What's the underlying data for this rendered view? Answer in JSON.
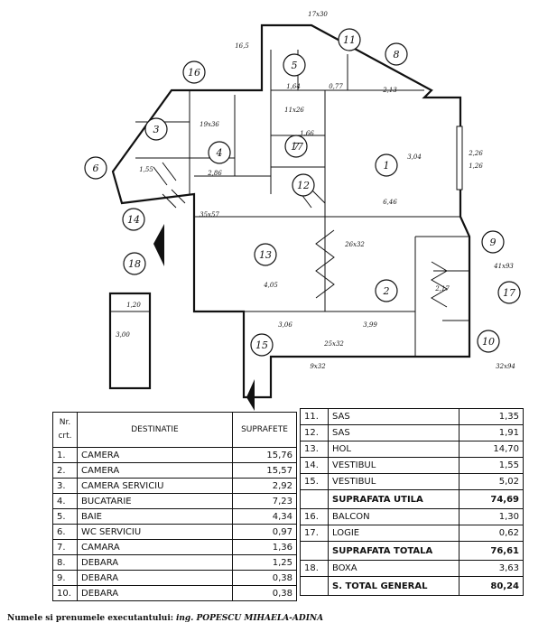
{
  "plan": {
    "room_numbers": [
      "1",
      "2",
      "3",
      "4",
      "5",
      "6",
      "7",
      "8",
      "9",
      "10",
      "11",
      "12",
      "13",
      "14",
      "15",
      "16",
      "17",
      "17",
      "18"
    ],
    "dimensions": [
      "17x30",
      "16,5",
      "19x36",
      "11x26",
      "26x32",
      "35x57",
      "25x32",
      "9x32",
      "32x94",
      "41x93",
      "4,05",
      "3,99",
      "3,06",
      "3,04",
      "6,46",
      "2,26",
      "1,26",
      "1,55",
      "2,17",
      "1,20",
      "3,00",
      "2,86",
      "1,66",
      "1,64",
      "0,77",
      "2,13"
    ]
  },
  "table_left": {
    "headers": [
      "Nr. crt.",
      "DESTINATIE",
      "SUPRAFETE"
    ],
    "rows": [
      {
        "nr": "1.",
        "name": "CAMERA",
        "area": "15,76"
      },
      {
        "nr": "2.",
        "name": "CAMERA",
        "area": "15,57"
      },
      {
        "nr": "3.",
        "name": "CAMERA SERVICIU",
        "area": "2,92"
      },
      {
        "nr": "4.",
        "name": "BUCATARIE",
        "area": "7,23"
      },
      {
        "nr": "5.",
        "name": "BAIE",
        "area": "4,34"
      },
      {
        "nr": "6.",
        "name": "WC SERVICIU",
        "area": "0,97"
      },
      {
        "nr": "7.",
        "name": "CAMARA",
        "area": "1,36"
      },
      {
        "nr": "8.",
        "name": "DEBARA",
        "area": "1,25"
      },
      {
        "nr": "9.",
        "name": "DEBARA",
        "area": "0,38"
      },
      {
        "nr": "10.",
        "name": "DEBARA",
        "area": "0,38"
      }
    ]
  },
  "table_right": {
    "rows": [
      {
        "nr": "11.",
        "name": "SAS",
        "area": "1,35",
        "bold": false
      },
      {
        "nr": "12.",
        "name": "SAS",
        "area": "1,91",
        "bold": false
      },
      {
        "nr": "13.",
        "name": "HOL",
        "area": "14,70",
        "bold": false
      },
      {
        "nr": "14.",
        "name": "VESTIBUL",
        "area": "1,55",
        "bold": false
      },
      {
        "nr": "15.",
        "name": "VESTIBUL",
        "area": "5,02",
        "bold": false
      },
      {
        "nr": "",
        "name": "SUPRAFATA UTILA",
        "area": "74,69",
        "bold": true
      },
      {
        "nr": "16.",
        "name": "BALCON",
        "area": "1,30",
        "bold": false
      },
      {
        "nr": "17.",
        "name": "LOGIE",
        "area": "0,62",
        "bold": false
      },
      {
        "nr": "",
        "name": "SUPRAFATA TOTALA",
        "area": "76,61",
        "bold": true
      },
      {
        "nr": "18.",
        "name": "BOXA",
        "area": "3,63",
        "bold": false
      },
      {
        "nr": "",
        "name": "S. TOTAL GENERAL",
        "area": "80,24",
        "bold": true
      }
    ]
  },
  "executant": {
    "label": "Numele si prenumele executantului:",
    "name": "ing. POPESCU MIHAELA-ADINA"
  }
}
